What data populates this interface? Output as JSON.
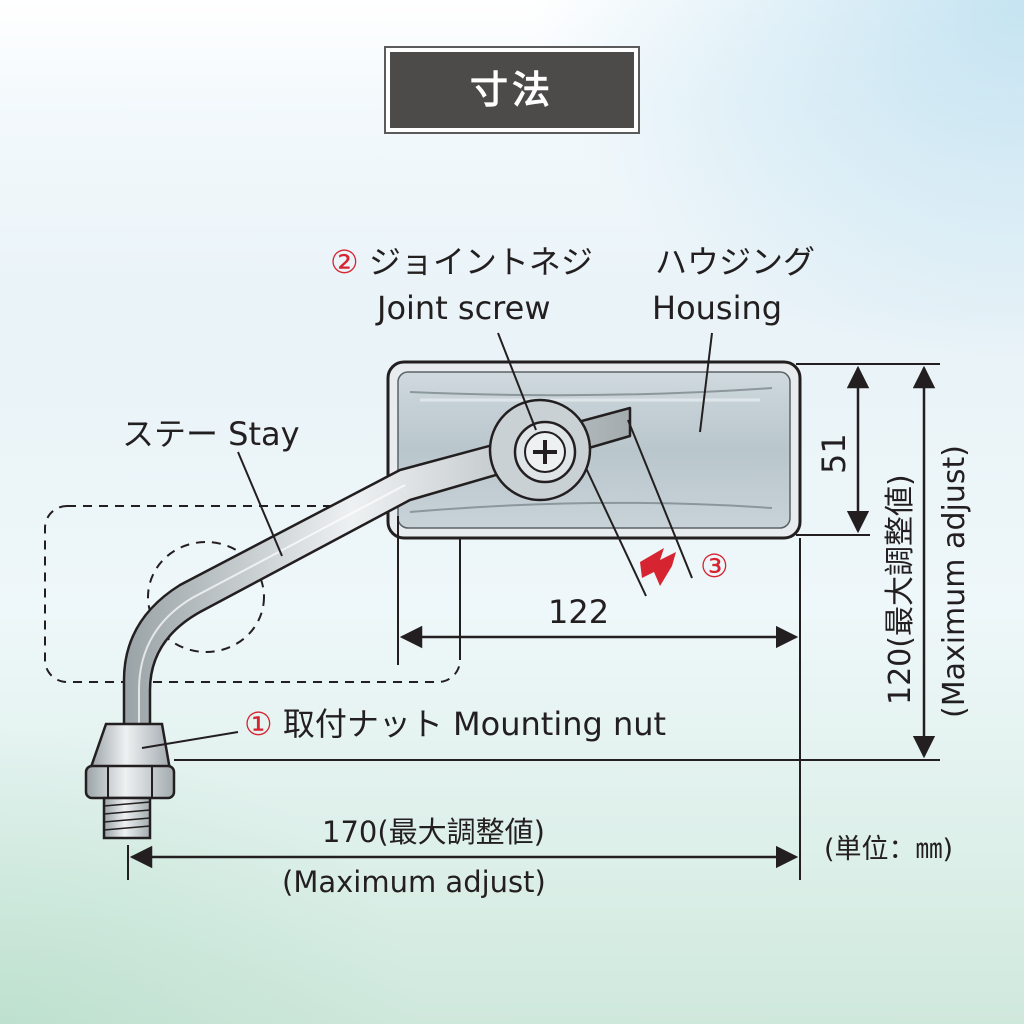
{
  "title": "寸法",
  "labels": {
    "joint_screw_num": "②",
    "joint_screw_jp": "ジョイントネジ",
    "joint_screw_en": "Joint screw",
    "housing_jp": "ハウジング",
    "housing_en": "Housing",
    "stay": "ステー Stay",
    "mounting_nut_num": "①",
    "mounting_nut": "取付ナット Mounting nut",
    "adjust_num": "③"
  },
  "dimensions": {
    "width_housing": "122",
    "height_housing": "51",
    "height_max": "120(最大調整値)",
    "height_max_en": "(Maximum adjust)",
    "length_max": "170(最大調整値)",
    "length_max_en": "(Maximum adjust)"
  },
  "unit": "(単位：㎜)",
  "colors": {
    "accent_red": "#d62430",
    "title_bg": "#4d4a4a",
    "line": "#231f20"
  }
}
